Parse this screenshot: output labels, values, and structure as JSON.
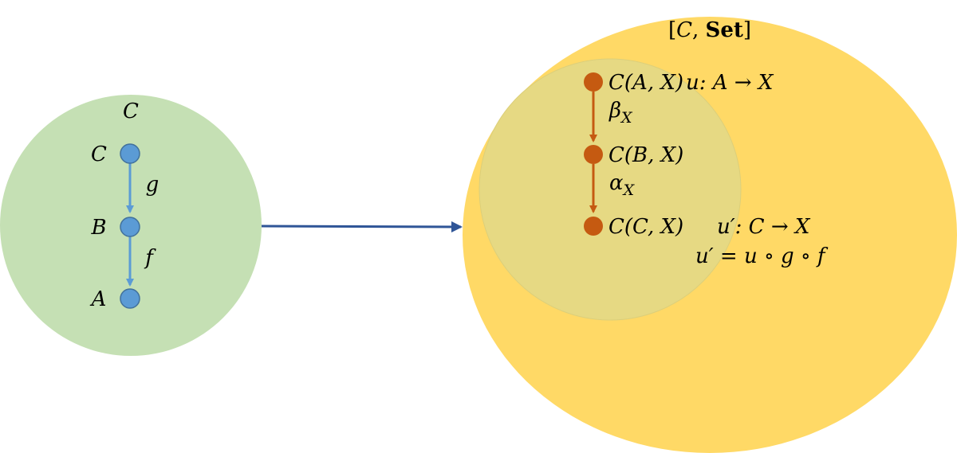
{
  "left_category": {
    "title": "C",
    "objects": {
      "top": "C",
      "middle": "B",
      "bottom": "A"
    },
    "morphisms": {
      "g": "g",
      "f": "f"
    },
    "colors": {
      "disk": "#c5e0b4",
      "node": "#5b9bd5",
      "arrow": "#5b9bd5"
    }
  },
  "functor_arrow_color": "#2f5597",
  "right_category": {
    "title_open": "[",
    "title_cat": "C",
    "title_sep": ", ",
    "title_set": "Set",
    "title_close": "]",
    "inner_nodes": {
      "top": "C(A, X)",
      "middle": "C(B, X)",
      "bottom": "C(C, X)"
    },
    "beta": "β",
    "beta_sub": "X",
    "alpha": "α",
    "alpha_sub": "X",
    "u_label": "u: A → X",
    "u_prime_label": "u′: C → X",
    "u_prime_eq": "u′ = u ∘ g ∘ f",
    "colors": {
      "outer_disk": "#ffd966",
      "inner_disk": "#e6d983",
      "node": "#c55a11",
      "arrow": "#c55a11"
    }
  }
}
